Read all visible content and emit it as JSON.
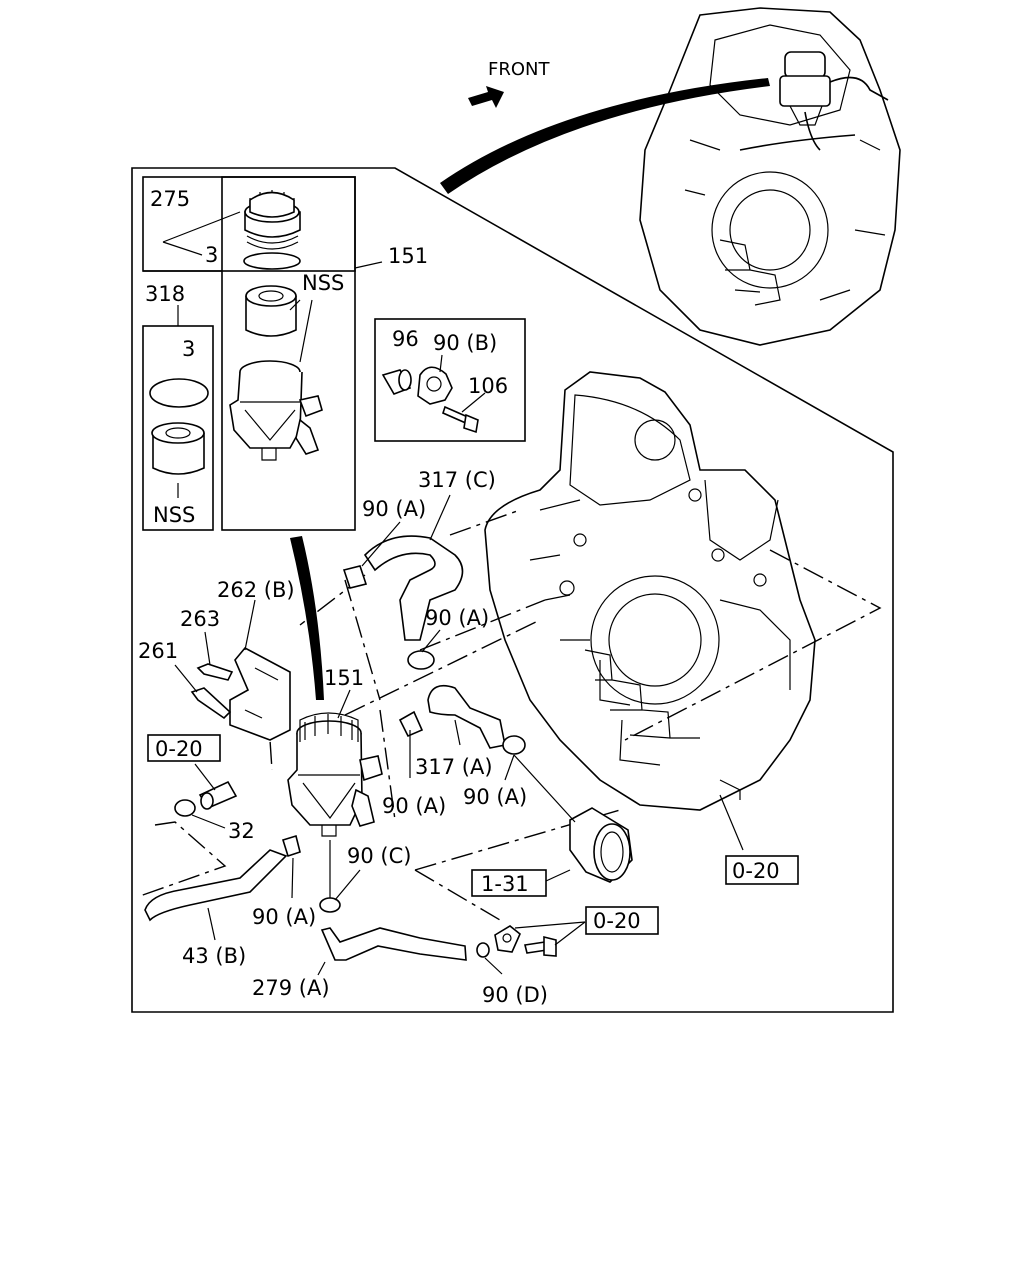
{
  "front_label": "FRONT",
  "labels": {
    "l275": "275",
    "l3_top": "3",
    "l151_top": "151",
    "l_nss_top": "NSS",
    "l318": "318",
    "l3_left": "3",
    "l_nss_left": "NSS",
    "l96": "96",
    "l90b": "90 (B)",
    "l106": "106",
    "l317c": "317 (C)",
    "l90a_1": "90 (A)",
    "l262b": "262 (B)",
    "l263": "263",
    "l261": "261",
    "l90a_2": "90 (A)",
    "l151_mid": "151",
    "l020_left": "0-20",
    "l317a": "317 (A)",
    "l90a_3": "90 (A)",
    "l90a_4": "90 (A)",
    "l32": "32",
    "l90c": "90 (C)",
    "l131": "1-31",
    "l020_right": "0-20",
    "l020_bottom": "0-20",
    "l90a_5": "90 (A)",
    "l43b": "43 (B)",
    "l279a": "279 (A)",
    "l90d": "90 (D)"
  }
}
